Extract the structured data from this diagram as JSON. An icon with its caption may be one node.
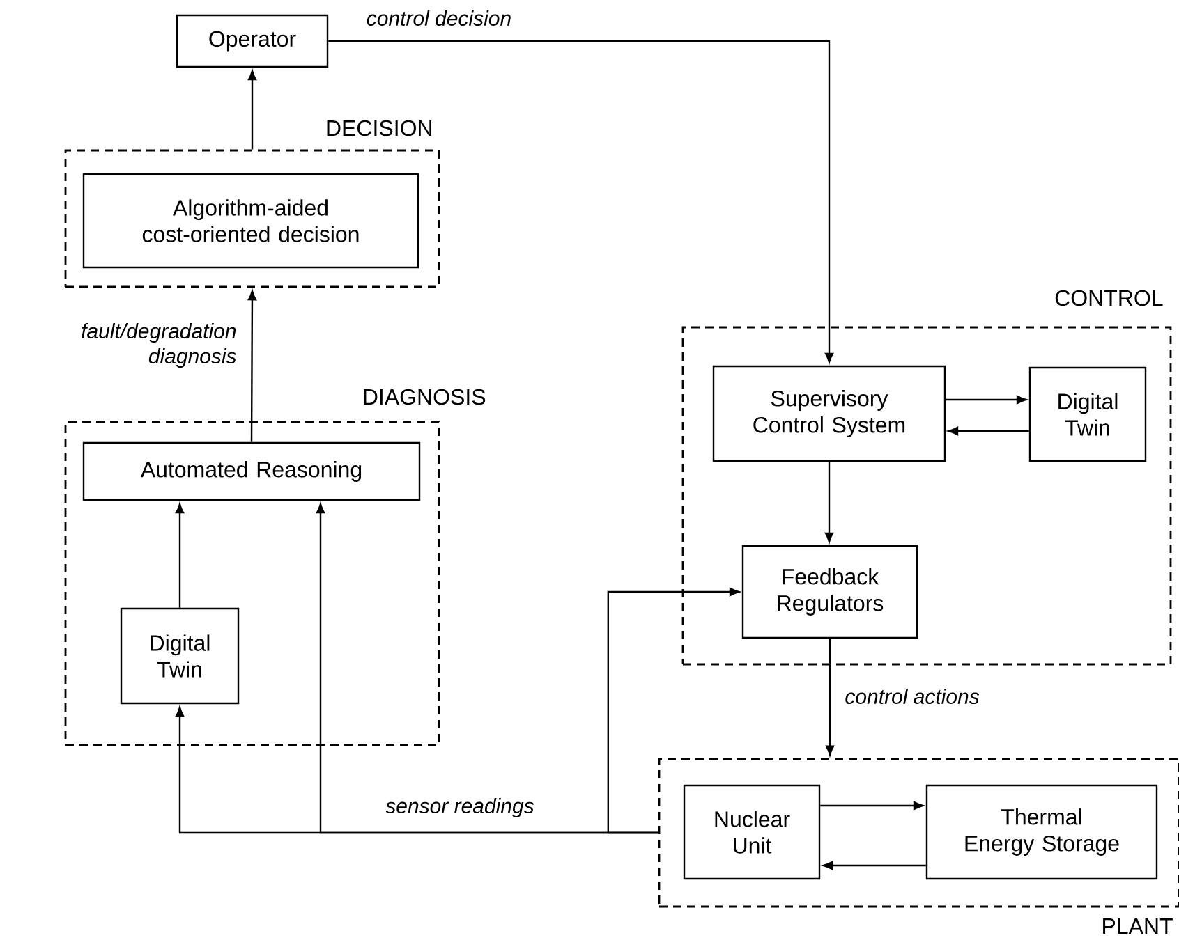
{
  "diagram": {
    "nodes": [
      {
        "text": [
          "Operator"
        ]
      },
      {
        "text": [
          "DECISION"
        ]
      },
      {
        "text": [
          "Algorithm-aided cost-oriented decision"
        ],
        "in": 1
      },
      {
        "text": [
          "DIAGNOSIS"
        ]
      },
      {
        "text": [
          "Automated Reasoning"
        ],
        "in": 3
      },
      {
        "text": [
          "Digital Twin"
        ],
        "in": 3
      },
      {
        "text": [
          "CONTROL"
        ]
      },
      {
        "text": [
          "Supervisory Control System"
        ],
        "in": 6
      },
      {
        "text": [
          "Digital Twin"
        ],
        "in": 6
      },
      {
        "text": [
          "Feedback Regulators"
        ],
        "in": 6
      },
      {
        "text": [
          "PLANT"
        ]
      },
      {
        "text": [
          "Nuclear Unit"
        ],
        "in": 10
      },
      {
        "text": [
          "Thermal Energy Storage"
        ],
        "in": 10
      }
    ],
    "edges": [
      {
        "from": 1,
        "to": 0,
        "arrow": "to"
      },
      {
        "from": 4,
        "to": 1,
        "arrow": "to",
        "label": "fault/degradation diagnosis"
      },
      {
        "from": 0,
        "to": 7,
        "arrow": "to",
        "label": "control decision"
      },
      {
        "from": 7,
        "to": 8,
        "arrow": "to"
      },
      {
        "from": 8,
        "to": 7,
        "arrow": "to"
      },
      {
        "from": 7,
        "to": 9,
        "arrow": "to"
      },
      {
        "from": 9,
        "to": 10,
        "arrow": "to",
        "label": "control actions"
      },
      {
        "from": 11,
        "to": 12,
        "arrow": "to"
      },
      {
        "from": 12,
        "to": 11,
        "arrow": "to"
      },
      {
        "from": 5,
        "to": 4,
        "arrow": "to"
      },
      {
        "from": 10,
        "to": 5,
        "arrow": "to"
      },
      {
        "from": 10,
        "to": 4,
        "arrow": "to",
        "label": "sensor readings"
      },
      {
        "from": 10,
        "to": 9,
        "arrow": "to"
      }
    ]
  }
}
